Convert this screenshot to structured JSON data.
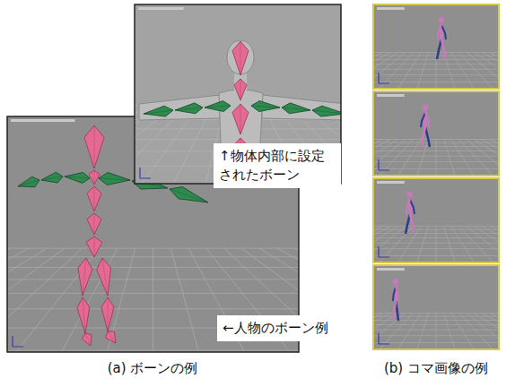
{
  "diagram": {
    "nodes": [
      {
        "text": [
          "↑物体内部に設定 されたボーン"
        ]
      },
      {
        "text": [
          "←人物のボーン例"
        ]
      }
    ],
    "labels": [
      "(a) ボーンの例",
      "(b) コマ画像の例"
    ]
  }
}
